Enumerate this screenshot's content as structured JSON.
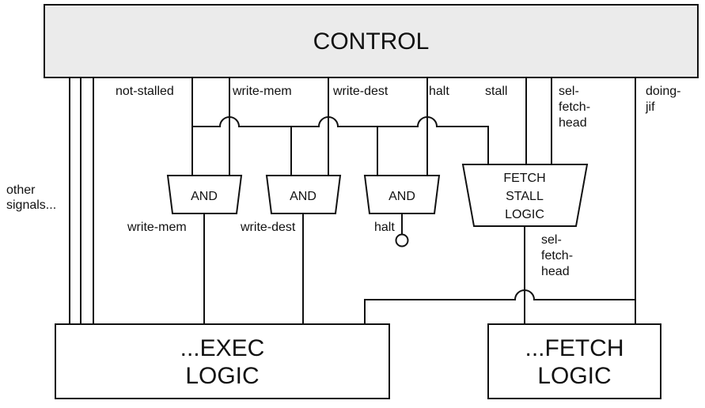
{
  "blocks": {
    "control": "CONTROL",
    "exec": [
      "...EXEC",
      "LOGIC"
    ],
    "fetch": [
      "...FETCH",
      "LOGIC"
    ],
    "fetch_stall": [
      "FETCH",
      "STALL",
      "LOGIC"
    ]
  },
  "gates": [
    "AND",
    "AND",
    "AND"
  ],
  "signals": {
    "not_stalled": "not-stalled",
    "write_mem": "write-mem",
    "write_dest": "write-dest",
    "halt": "halt",
    "stall": "stall",
    "sel_fetch_head": [
      "sel-",
      "fetch-",
      "head"
    ],
    "doing_jif": [
      "doing-",
      "jif"
    ],
    "other_signals": [
      "other",
      "signals..."
    ]
  },
  "outputs": {
    "write_mem": "write-mem",
    "write_dest": "write-dest",
    "halt": "halt",
    "sel_fetch_head": [
      "sel-",
      "fetch-",
      "head"
    ]
  },
  "colors": {
    "line": "#111111",
    "control_fill": "#ebebeb",
    "box_fill": "#ffffff"
  }
}
